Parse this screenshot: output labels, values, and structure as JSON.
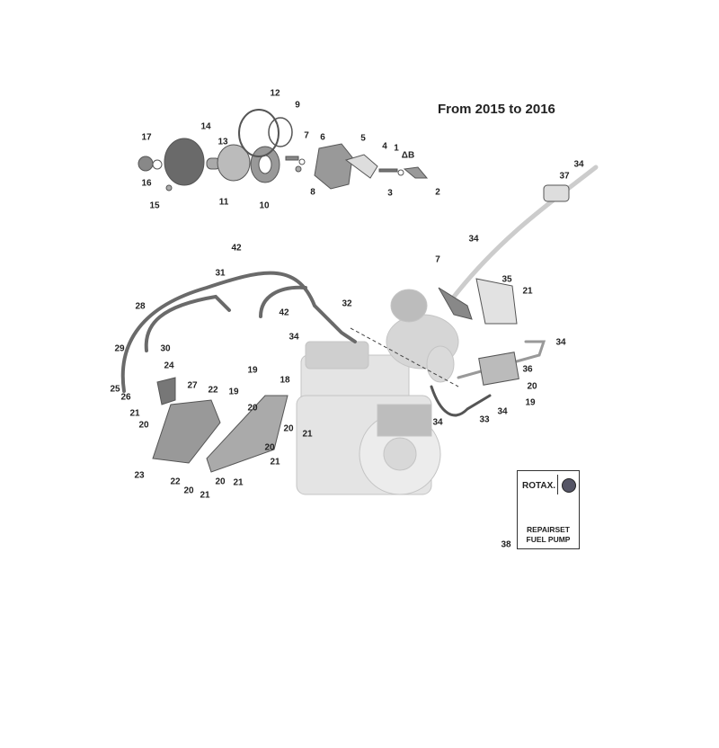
{
  "header": {
    "title": "From 2015 to 2016"
  },
  "callouts": [
    "12",
    "9",
    "17",
    "14",
    "13",
    "16",
    "15",
    "11",
    "10",
    "7",
    "6",
    "5",
    "4",
    "1",
    "ΔB",
    "8",
    "3",
    "2",
    "37",
    "34",
    "34",
    "7",
    "35",
    "21",
    "42",
    "31",
    "28",
    "42",
    "32",
    "34",
    "34",
    "29",
    "30",
    "24",
    "36",
    "20",
    "19",
    "19",
    "18",
    "27",
    "22",
    "19",
    "20",
    "34",
    "33",
    "34",
    "25",
    "26",
    "21",
    "20",
    "20",
    "21",
    "20",
    "21",
    "20",
    "21",
    "23",
    "22",
    "20",
    "21",
    "38"
  ],
  "kit_card": {
    "brand": "ROTAX.",
    "line1": "REPAIRSET",
    "line2": "FUEL PUMP"
  },
  "colors": {
    "part_dark": "#6e6e6e",
    "part_light": "#c8c8c8",
    "engine": "#dcdcdc",
    "text": "#222222"
  }
}
